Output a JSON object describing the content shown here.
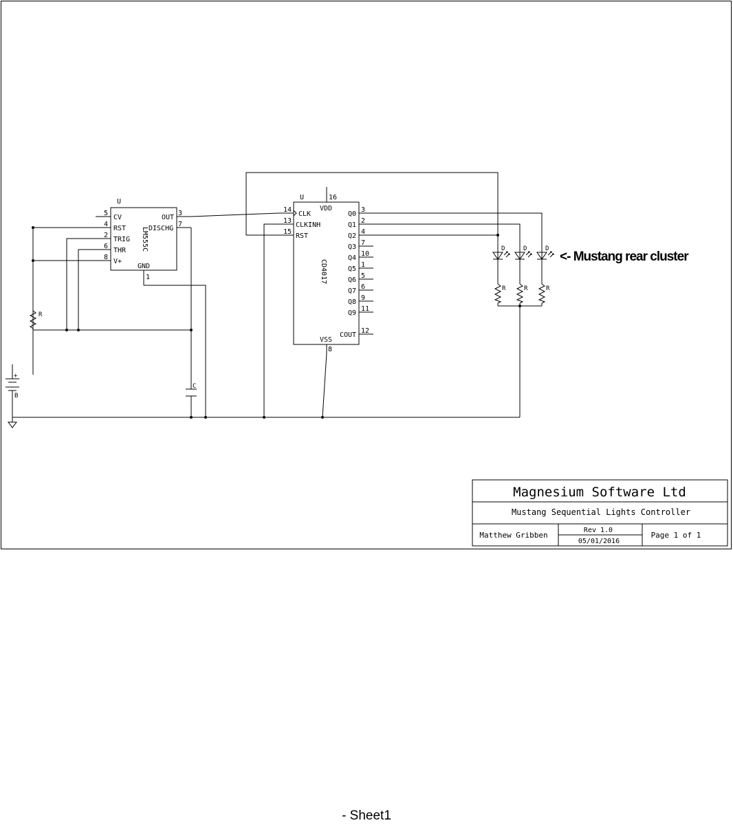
{
  "ic555": {
    "ref": "U",
    "part": "LM555C",
    "pins": {
      "cv": {
        "num": "5",
        "name": "CV"
      },
      "rst": {
        "num": "4",
        "name": "RST"
      },
      "trig": {
        "num": "2",
        "name": "TRIG"
      },
      "thr": {
        "num": "6",
        "name": "THR"
      },
      "vplus": {
        "num": "8",
        "name": "V+"
      },
      "out": {
        "num": "3",
        "name": "OUT"
      },
      "dischg": {
        "num": "7",
        "name": "DISCHG"
      },
      "gnd": {
        "num": "1",
        "name": "GND"
      }
    }
  },
  "ic4017": {
    "ref": "U",
    "part": "CD4017",
    "pins": {
      "vdd": {
        "num": "16",
        "name": "VDD"
      },
      "clk": {
        "num": "14",
        "name": "CLK"
      },
      "clkinh": {
        "num": "13",
        "name": "CLKINH"
      },
      "rst": {
        "num": "15",
        "name": "RST"
      },
      "vss": {
        "num": "8",
        "name": "VSS"
      },
      "cout": {
        "num": "12",
        "name": "COUT"
      },
      "q": [
        {
          "num": "3",
          "name": "Q0"
        },
        {
          "num": "2",
          "name": "Q1"
        },
        {
          "num": "4",
          "name": "Q2"
        },
        {
          "num": "7",
          "name": "Q3"
        },
        {
          "num": "10",
          "name": "Q4"
        },
        {
          "num": "1",
          "name": "Q5"
        },
        {
          "num": "5",
          "name": "Q6"
        },
        {
          "num": "6",
          "name": "Q7"
        },
        {
          "num": "9",
          "name": "Q8"
        },
        {
          "num": "11",
          "name": "Q9"
        }
      ]
    }
  },
  "components": {
    "resistor": "R",
    "capacitor": "C",
    "battery": "B",
    "battery_plus": "+",
    "led": "D"
  },
  "annotation": "<- Mustang rear cluster",
  "title_block": {
    "company": "Magnesium Software Ltd",
    "project": "Mustang Sequential Lights Controller",
    "author": "Matthew Gribben",
    "revision": "Rev 1.0",
    "date": "05/01/2016",
    "page": "Page 1 of 1"
  },
  "footer": "-  Sheet1"
}
